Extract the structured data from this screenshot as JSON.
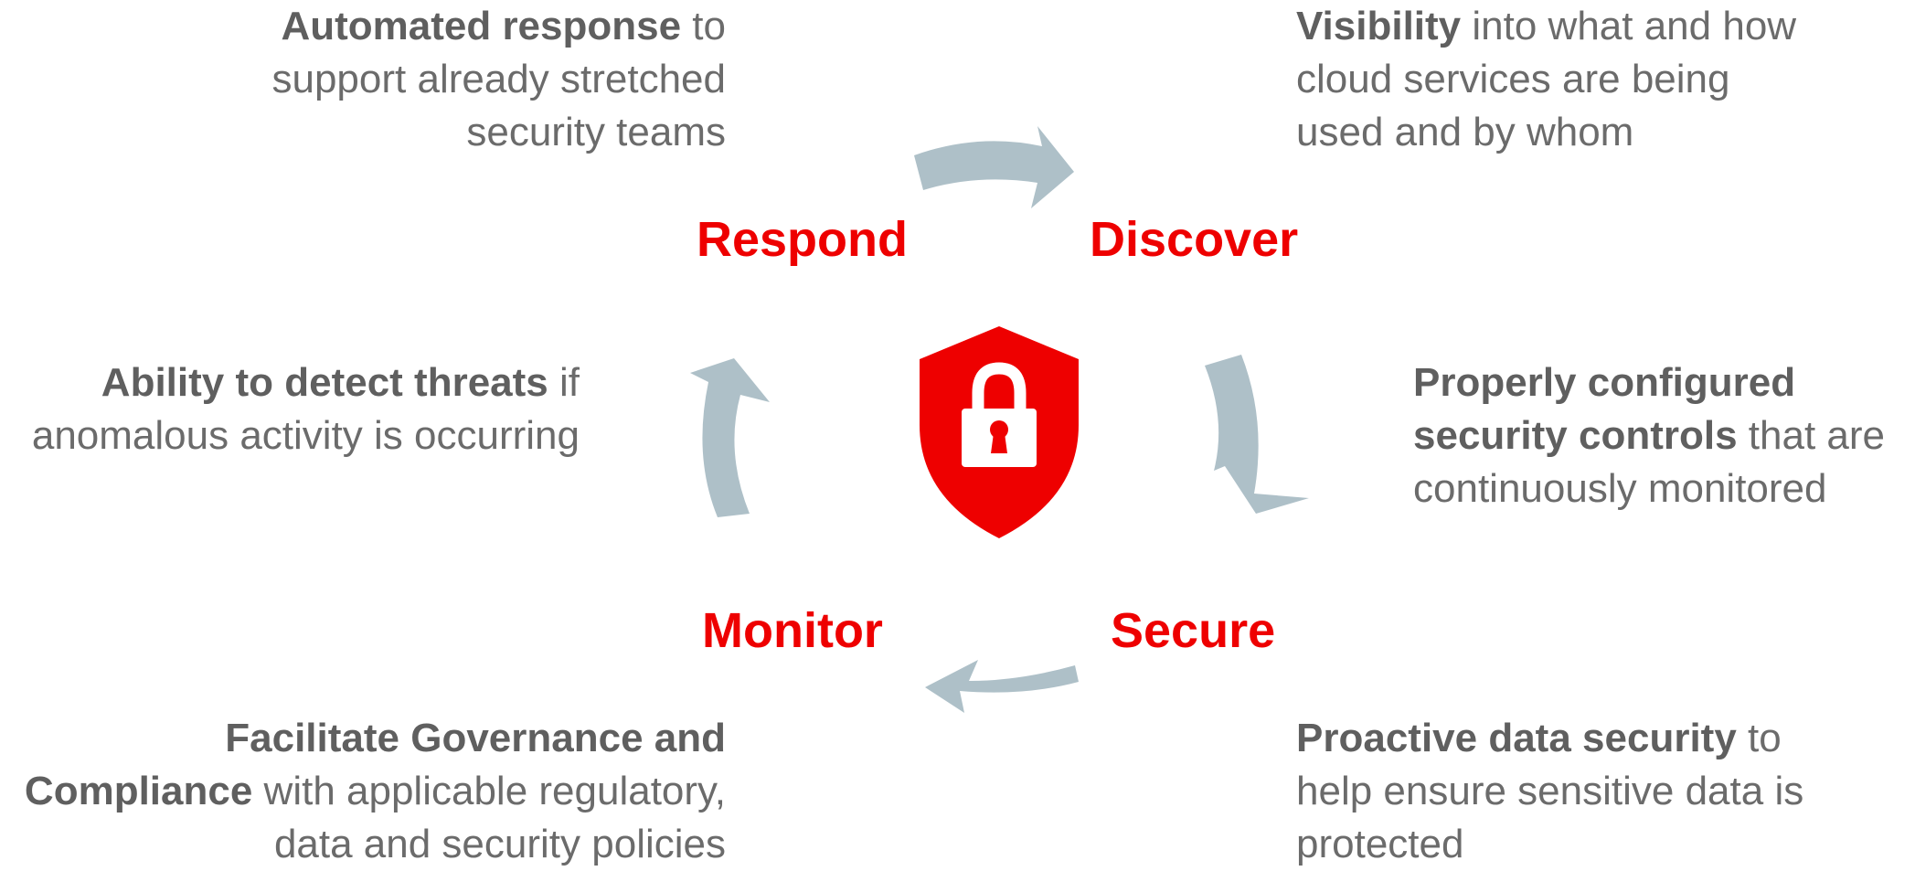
{
  "colors": {
    "accent": "#ee0000",
    "arrow": "#aec0c8",
    "text": "#6b6b6b"
  },
  "stages": {
    "respond": "Respond",
    "discover": "Discover",
    "secure": "Secure",
    "monitor": "Monitor"
  },
  "center_icon": "shield-lock-icon",
  "descriptions": {
    "respond": {
      "bold": "Automated response",
      "rest": " to support already stretched security teams"
    },
    "discover": {
      "bold": "Visibility",
      "rest": " into what and how cloud services are being used and by whom"
    },
    "secure": {
      "bold": "Properly configured security controls",
      "rest": " that are continuously monitored"
    },
    "monitor": {
      "bold": "Ability to detect threats",
      "rest": " if anomalous activity is occurring"
    },
    "govern": {
      "bold": "Facilitate Governance and Compliance",
      "rest": " with applicable regulatory, data and security policies"
    },
    "protect": {
      "bold": "Proactive data security",
      "rest": " to help ensure sensitive data is protected"
    }
  }
}
